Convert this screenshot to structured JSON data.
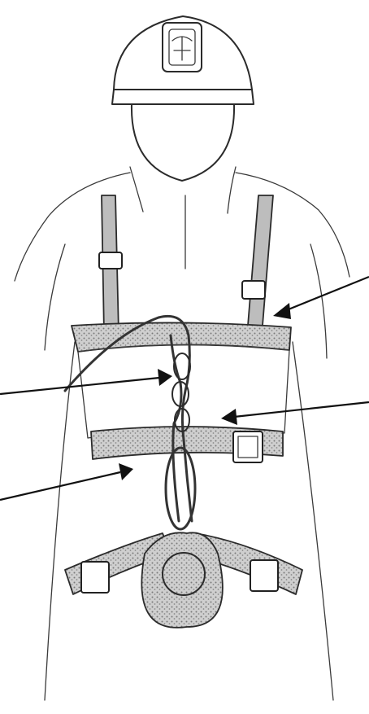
{
  "figure": {
    "colors": {
      "ink": "#2b2b2b",
      "webbing": "#bdbdbd",
      "background": "#ffffff"
    },
    "arrows": [
      {
        "target": "shoulder-strap-buckle",
        "direction": "from-right"
      },
      {
        "target": "rope-tie-in-top",
        "direction": "from-left"
      },
      {
        "target": "figure-eight-knot",
        "direction": "from-right"
      },
      {
        "target": "waist-belt",
        "direction": "from-left"
      }
    ]
  }
}
